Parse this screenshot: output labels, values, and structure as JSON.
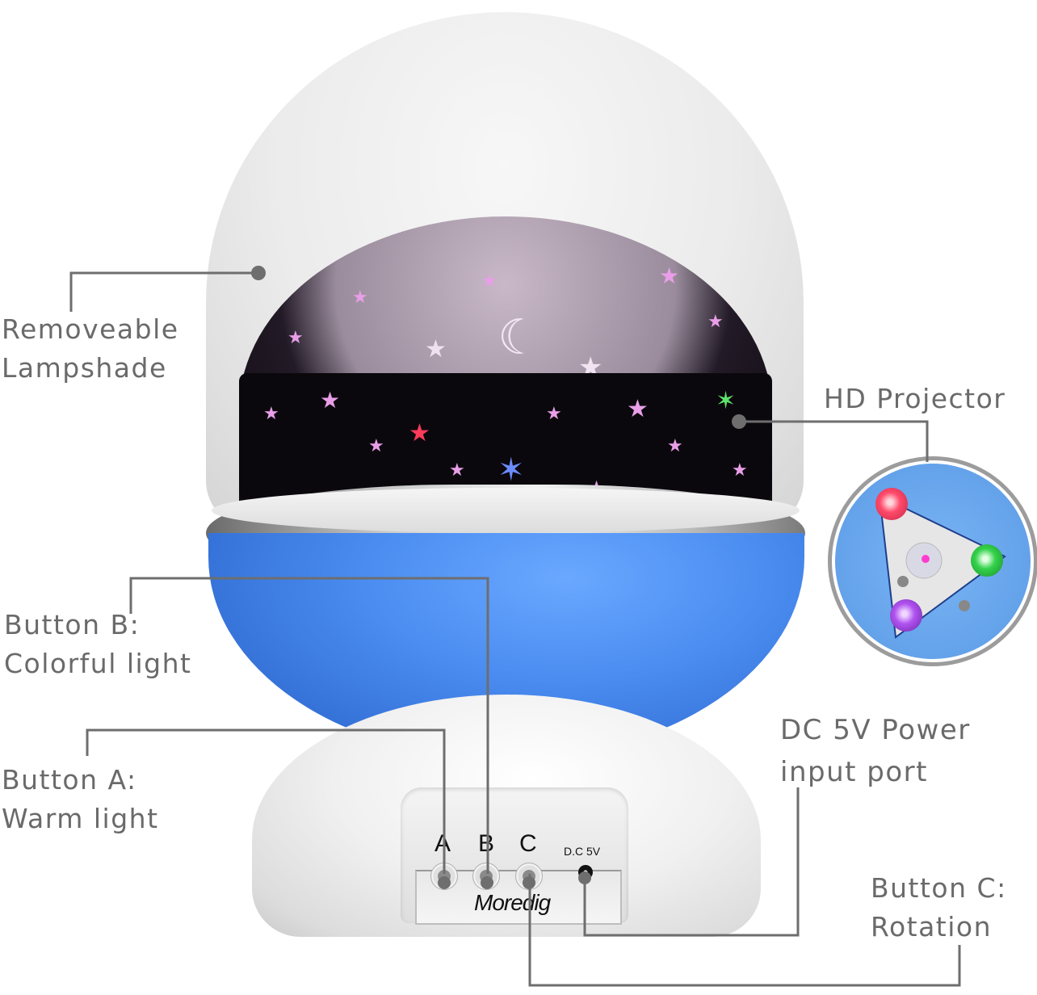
{
  "product": {
    "brand": "Moredig",
    "panel_buttons": [
      "A",
      "B",
      "C"
    ],
    "dc_label": "D.C 5V"
  },
  "callouts": {
    "lampshade": {
      "line1": "Removeable",
      "line2": "Lampshade"
    },
    "button_b": {
      "line1": "Button B:",
      "line2": "Colorful light"
    },
    "button_a": {
      "line1": "Button A:",
      "line2": "Warm light"
    },
    "hd_projector": {
      "line1": "HD Projector"
    },
    "dc_power": {
      "line1": "DC 5V Power",
      "line2": "input port"
    },
    "button_c": {
      "line1": "Button C:",
      "line2": "Rotation"
    }
  },
  "colors": {
    "label_text": "#6a6a6a",
    "leader_line": "#6e6e6e",
    "lamp_blue": "#3f7fe6",
    "led_red": "#ff4a6a",
    "led_green": "#34d24a",
    "led_purple": "#b054f0"
  }
}
